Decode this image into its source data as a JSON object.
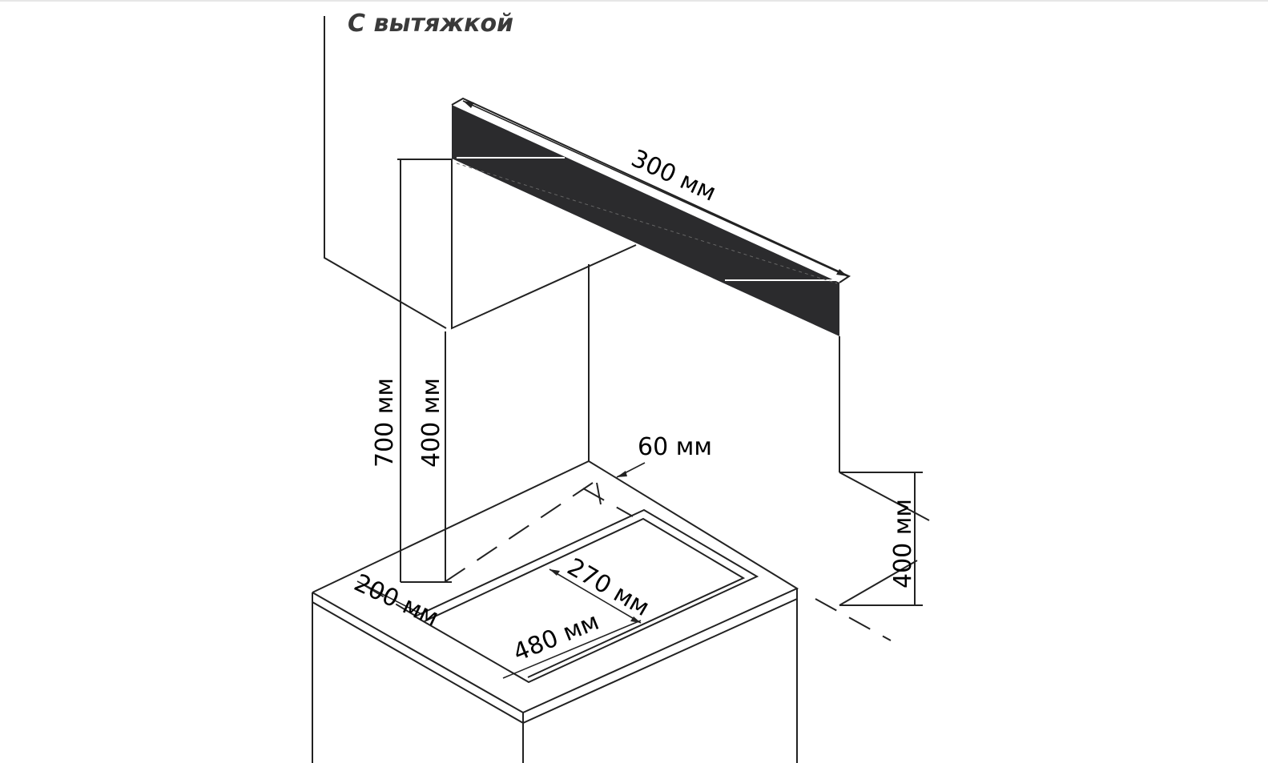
{
  "title": "С вытяжкой",
  "dimensions": {
    "hood_width": "300 мм",
    "height_to_floor_edge": "700 мм",
    "hood_to_hob": "400 мм",
    "hood_to_hob_right": "400 мм",
    "back_gap": "60 мм",
    "front_offset": "200 мм",
    "hob_depth": "270 мм",
    "hob_width": "480 мм"
  },
  "colors": {
    "line": "#222222",
    "hood_dark": "#2b2b2d",
    "background": "#ffffff"
  }
}
